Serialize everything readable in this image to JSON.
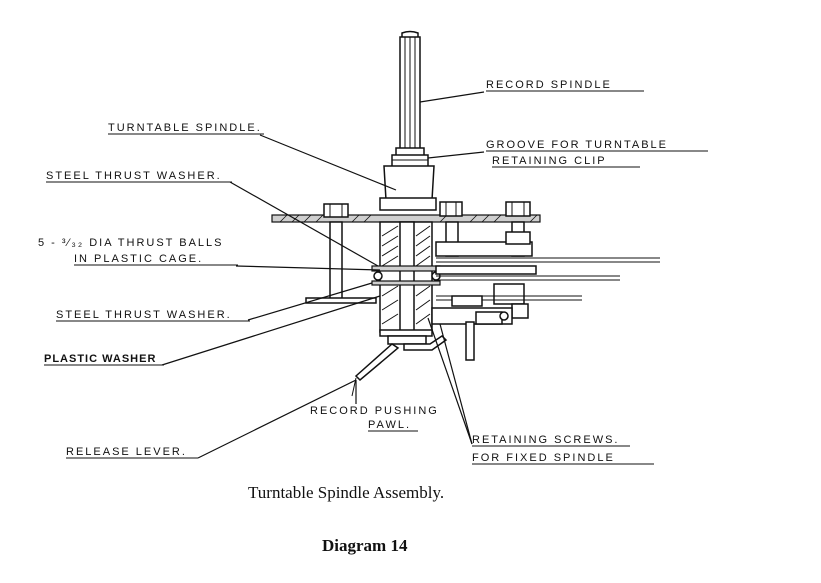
{
  "labels": {
    "record_spindle": "RECORD  SPINDLE",
    "turntable_spindle": "TURNTABLE SPINDLE.",
    "groove_line1": "GROOVE  FOR  TURNTABLE",
    "groove_line2": "RETAINING  CLIP",
    "steel_thrust_washer_top": "STEEL THRUST  WASHER.",
    "thrust_balls_line1": "5 - ³⁄₃₂ DIA  THRUST  BALLS",
    "thrust_balls_line2": "IN  PLASTIC  CAGE.",
    "steel_thrust_washer_bottom": "STEEL  THRUST  WASHER.",
    "plastic_washer": "PLASTIC WASHER",
    "record_pushing_line1": "RECORD  PUSHING",
    "record_pushing_line2": "PAWL.",
    "release_lever": "RELEASE  LEVER.",
    "retaining_line1": "RETAINING  SCREWS.",
    "retaining_line2": "FOR  FIXED  SPINDLE"
  },
  "caption": "Turntable Spindle Assembly.",
  "diagram_number": "Diagram 14"
}
